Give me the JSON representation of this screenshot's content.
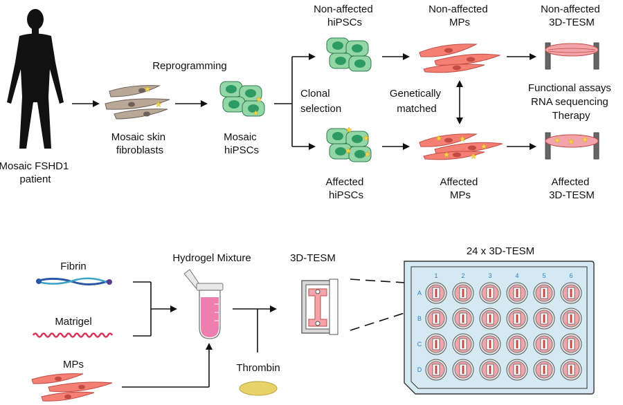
{
  "colors": {
    "cell_brown": "#b9a896",
    "cell_brown_nucleus": "#6c6058",
    "ipsc_green": "#93d7a6",
    "ipsc_nucleus": "#2e9a63",
    "mp_red": "#f47f72",
    "mp_nucleus": "#c24b44",
    "star": "#f8d34a",
    "tesm_pink": "#f2a4aa",
    "plate_blue": "#d5e9f2",
    "hydrogel_pink": "#ec7fb0",
    "thrombin_yellow": "#e8d36a",
    "well_label": "#2f7fbf"
  },
  "top": {
    "patient_label": [
      "Mosaic FSHD1",
      "patient"
    ],
    "step_reprogramming": "Reprogramming",
    "fibroblasts_label": [
      "Mosaic skin",
      "fibroblasts"
    ],
    "mosaic_ipsc_label": [
      "Mosaic",
      "hiPSCs"
    ],
    "clonal_selection": [
      "Clonal",
      "selection"
    ],
    "non_affected_ipsc": [
      "Non-affected",
      "hiPSCs"
    ],
    "affected_ipsc": [
      "Affected",
      "hiPSCs"
    ],
    "non_affected_mps": [
      "Non-affected",
      "MPs"
    ],
    "affected_mps": [
      "Affected",
      "MPs"
    ],
    "genetically_matched": [
      "Genetically",
      "matched"
    ],
    "non_affected_tesm": [
      "Non-affected",
      "3D-TESM"
    ],
    "affected_tesm": [
      "Affected",
      "3D-TESM"
    ],
    "applications": [
      "Functional assays",
      "RNA sequencing",
      "Therapy"
    ]
  },
  "bottom": {
    "fibrin": "Fibrin",
    "matrigel": "Matrigel",
    "mps": "MPs",
    "hydrogel": "Hydrogel Mixture",
    "thrombin": "Thrombin",
    "tesm": "3D-TESM",
    "plate_title": "24 x 3D-TESM",
    "plate_columns": [
      "1",
      "2",
      "3",
      "4",
      "5",
      "6"
    ],
    "plate_rows": [
      "A",
      "B",
      "C",
      "D"
    ]
  }
}
